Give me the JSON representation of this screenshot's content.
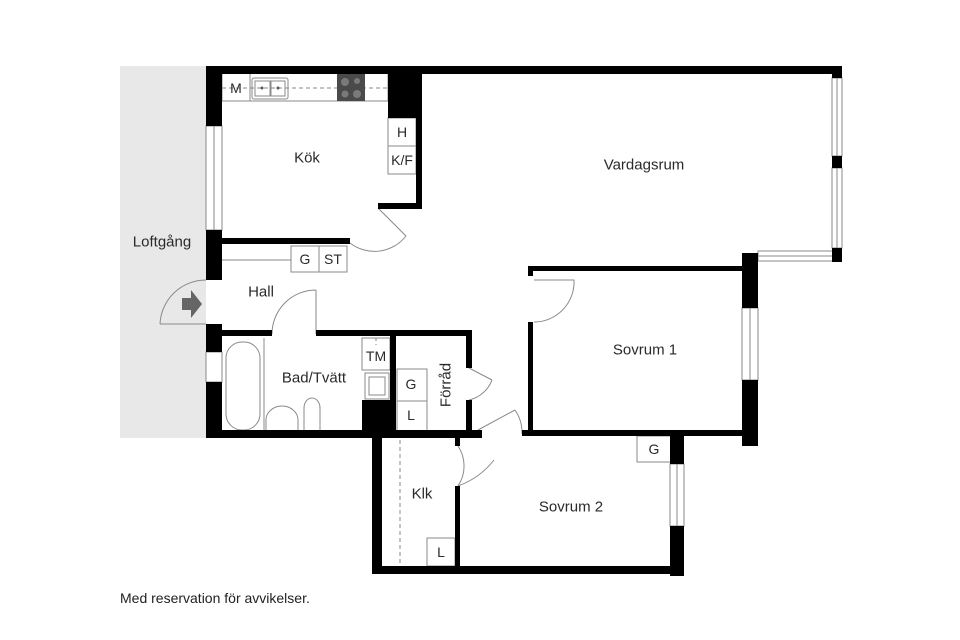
{
  "floorplan": {
    "colors": {
      "wall": "#000000",
      "background": "#ffffff",
      "loftgang_fill": "#e8e8e8",
      "line": "#8a8a8a",
      "stove": "#4a4a4a",
      "text": "#2a2a2a"
    },
    "rooms": {
      "loftgang": "Loftgång",
      "kok": "Kök",
      "vardagsrum": "Vardagsrum",
      "hall": "Hall",
      "bad_tvatt": "Bad/Tvätt",
      "forrad": "Förråd",
      "sovrum1": "Sovrum 1",
      "sovrum2": "Sovrum 2",
      "klk": "Klk"
    },
    "fixtures": {
      "kitchen_m": "M",
      "kitchen_h": "H",
      "kitchen_kf": "K/F",
      "hall_g": "G",
      "hall_st": "ST",
      "bath_tm": "TM",
      "forrad_g": "G",
      "forrad_l": "L",
      "sovrum2_g": "G",
      "klk_l": "L"
    },
    "entrance_icon": "arrow-right-icon",
    "disclaimer": "Med reservation för avvikelser."
  }
}
